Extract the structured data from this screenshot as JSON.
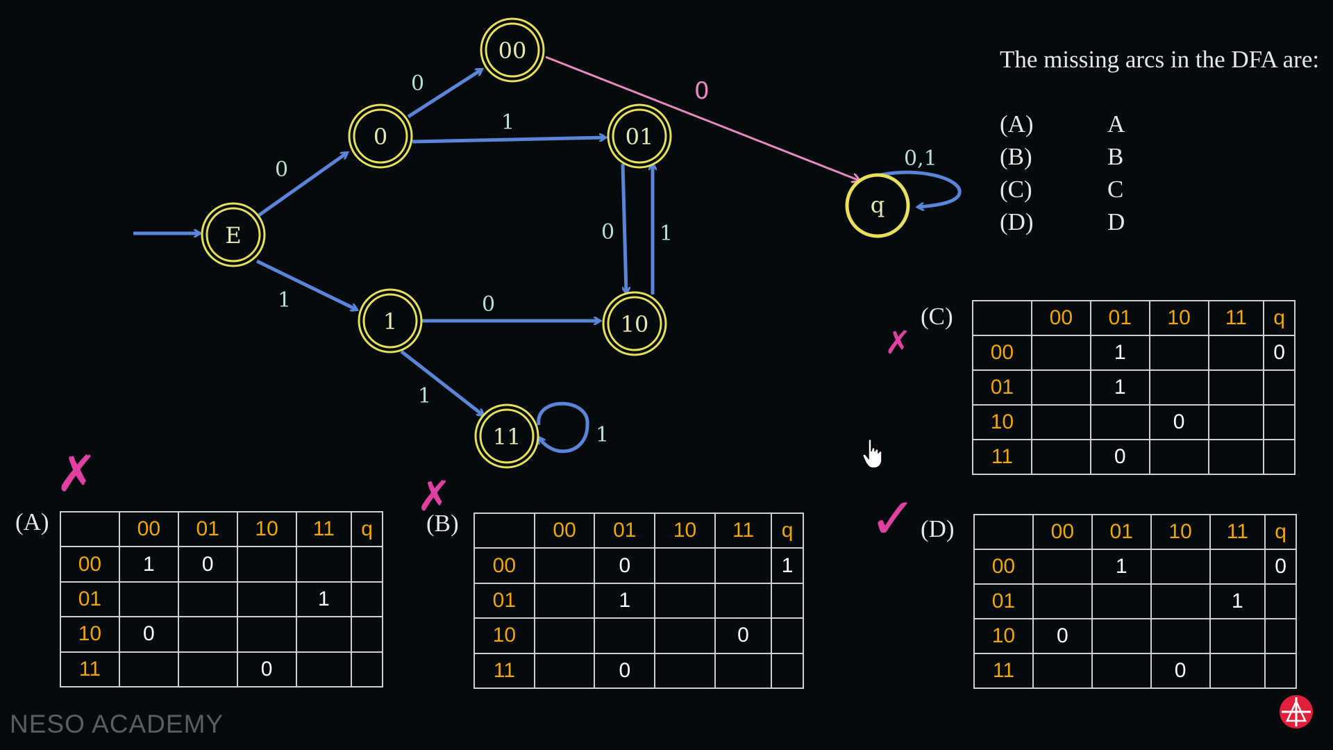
{
  "question": {
    "text": "The missing arcs in the DFA are:",
    "options": [
      {
        "key": "(A)",
        "value": "A"
      },
      {
        "key": "(B)",
        "value": "B"
      },
      {
        "key": "(C)",
        "value": "C"
      },
      {
        "key": "(D)",
        "value": "D"
      }
    ]
  },
  "dfa": {
    "states": [
      "E",
      "0",
      "1",
      "00",
      "01",
      "10",
      "11",
      "q"
    ],
    "start_state": "E",
    "edge_labels": {
      "e_to_0": "0",
      "e_to_1": "1",
      "s0_to_00": "0",
      "s0_to_01": "1",
      "s1_to_10": "0",
      "s1_to_11": "1",
      "s01_to_10": "0",
      "s10_to_01": "1",
      "s11_loop": "1",
      "q_loop": "0,1",
      "s00_to_q": "0"
    }
  },
  "tables": [
    {
      "label": "(A)",
      "header": [
        "",
        "00",
        "01",
        "10",
        "11",
        "q"
      ],
      "rows": [
        [
          "00",
          "1",
          "0",
          "",
          "",
          ""
        ],
        [
          "01",
          "",
          "",
          "",
          "1",
          ""
        ],
        [
          "10",
          "0",
          "",
          "",
          "",
          ""
        ],
        [
          "11",
          "",
          "",
          "0",
          "",
          ""
        ]
      ],
      "mark": "cross"
    },
    {
      "label": "(B)",
      "header": [
        "",
        "00",
        "01",
        "10",
        "11",
        "q"
      ],
      "rows": [
        [
          "00",
          "",
          "0",
          "",
          "",
          "1"
        ],
        [
          "01",
          "",
          "1",
          "",
          "",
          ""
        ],
        [
          "10",
          "",
          "",
          "",
          "0",
          ""
        ],
        [
          "11",
          "",
          "0",
          "",
          "",
          ""
        ]
      ],
      "mark": "cross"
    },
    {
      "label": "(C)",
      "header": [
        "",
        "00",
        "01",
        "10",
        "11",
        "q"
      ],
      "rows": [
        [
          "00",
          "",
          "1",
          "",
          "",
          "0"
        ],
        [
          "01",
          "",
          "1",
          "",
          "",
          ""
        ],
        [
          "10",
          "",
          "",
          "0",
          "",
          ""
        ],
        [
          "11",
          "",
          "0",
          "",
          "",
          ""
        ]
      ],
      "mark": "cross"
    },
    {
      "label": "(D)",
      "header": [
        "",
        "00",
        "01",
        "10",
        "11",
        "q"
      ],
      "rows": [
        [
          "00",
          "",
          "1",
          "",
          "",
          "0"
        ],
        [
          "01",
          "",
          "",
          "",
          "1",
          ""
        ],
        [
          "10",
          "0",
          "",
          "",
          "",
          ""
        ],
        [
          "11",
          "",
          "",
          "0",
          "",
          ""
        ]
      ],
      "mark": "check"
    }
  ],
  "brand": "NESO ACADEMY",
  "colors": {
    "state_ring": "#e8e05a",
    "edge": "#5a85d8",
    "annotation": "#e05aa8",
    "header_text": "#f0a800",
    "background": "#050a0c"
  }
}
